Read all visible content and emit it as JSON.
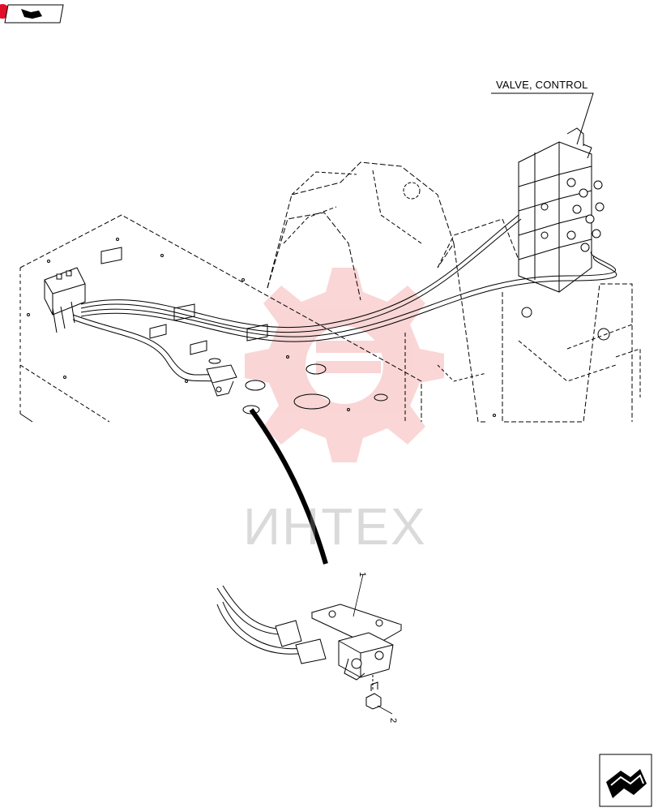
{
  "callout": {
    "label": "VALVE, CONTROL"
  },
  "items": [
    {
      "number": "1"
    },
    {
      "number": "2"
    }
  ],
  "watermark": {
    "text": "ИНТЕХ",
    "color": "#f08a8a"
  },
  "navigation": {
    "prev_icon": "arrow-back-icon",
    "next_icon": "arrow-next-icon",
    "badge_color": "#e0102a"
  }
}
